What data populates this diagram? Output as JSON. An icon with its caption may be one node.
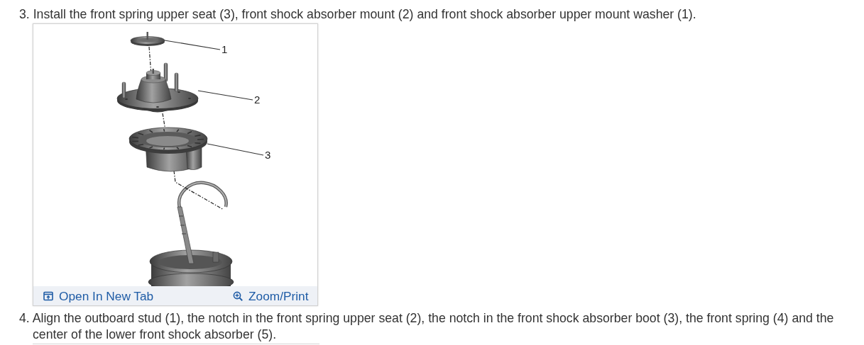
{
  "diagram": {
    "nodes": [
      {
        "text": [],
        "shape": "picture"
      },
      {
        "text": [
          "1"
        ]
      },
      {
        "text": [],
        "shape": "picture"
      },
      {
        "text": [
          "2"
        ]
      },
      {
        "text": [],
        "shape": "picture"
      },
      {
        "text": [
          "3"
        ]
      }
    ],
    "edges": [
      {
        "from": 1,
        "to": 0,
        "arrow": "none"
      },
      {
        "from": 3,
        "to": 2,
        "arrow": "none"
      },
      {
        "from": 5,
        "to": 4,
        "arrow": "none"
      }
    ],
    "labels": [
      "3. Install the front spring upper seat (3), front shock absorber mount (2) and front shock absorber upper mount washer (1).",
      "Open In New Tab",
      "Zoom/Print",
      "4. Align the outboard stud (1), the notch in the front spring upper seat (2), the notch in the front shock absorber boot (3), the front spring (4) and the center of the lower front shock absorber (5)."
    ]
  }
}
